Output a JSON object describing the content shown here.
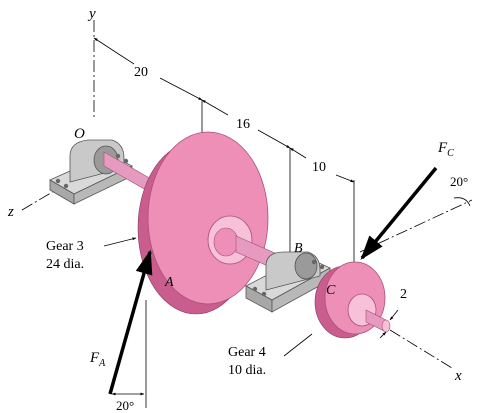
{
  "axes": {
    "y": "y",
    "z": "z",
    "x": "x"
  },
  "points": {
    "O": "O",
    "A": "A",
    "B": "B",
    "C": "C"
  },
  "dimensions": {
    "d1": "20",
    "d2": "16",
    "d3": "10",
    "d4": "2"
  },
  "forces": {
    "FA": {
      "main": "F",
      "sub": "A"
    },
    "FC": {
      "main": "F",
      "sub": "C"
    }
  },
  "angles": {
    "at_C": "20°",
    "at_A": "20°"
  },
  "gear3": {
    "line1": "Gear 3",
    "line2": "24 dia."
  },
  "gear4": {
    "line1": "Gear 4",
    "line2": "10 dia."
  },
  "colors": {
    "gear": "#ee8fb8",
    "gear_light": "#f7c1d8",
    "gear_dark": "#c95e8e",
    "bearing": "#c9c9c9",
    "bearing_dark": "#8f8f8f"
  }
}
